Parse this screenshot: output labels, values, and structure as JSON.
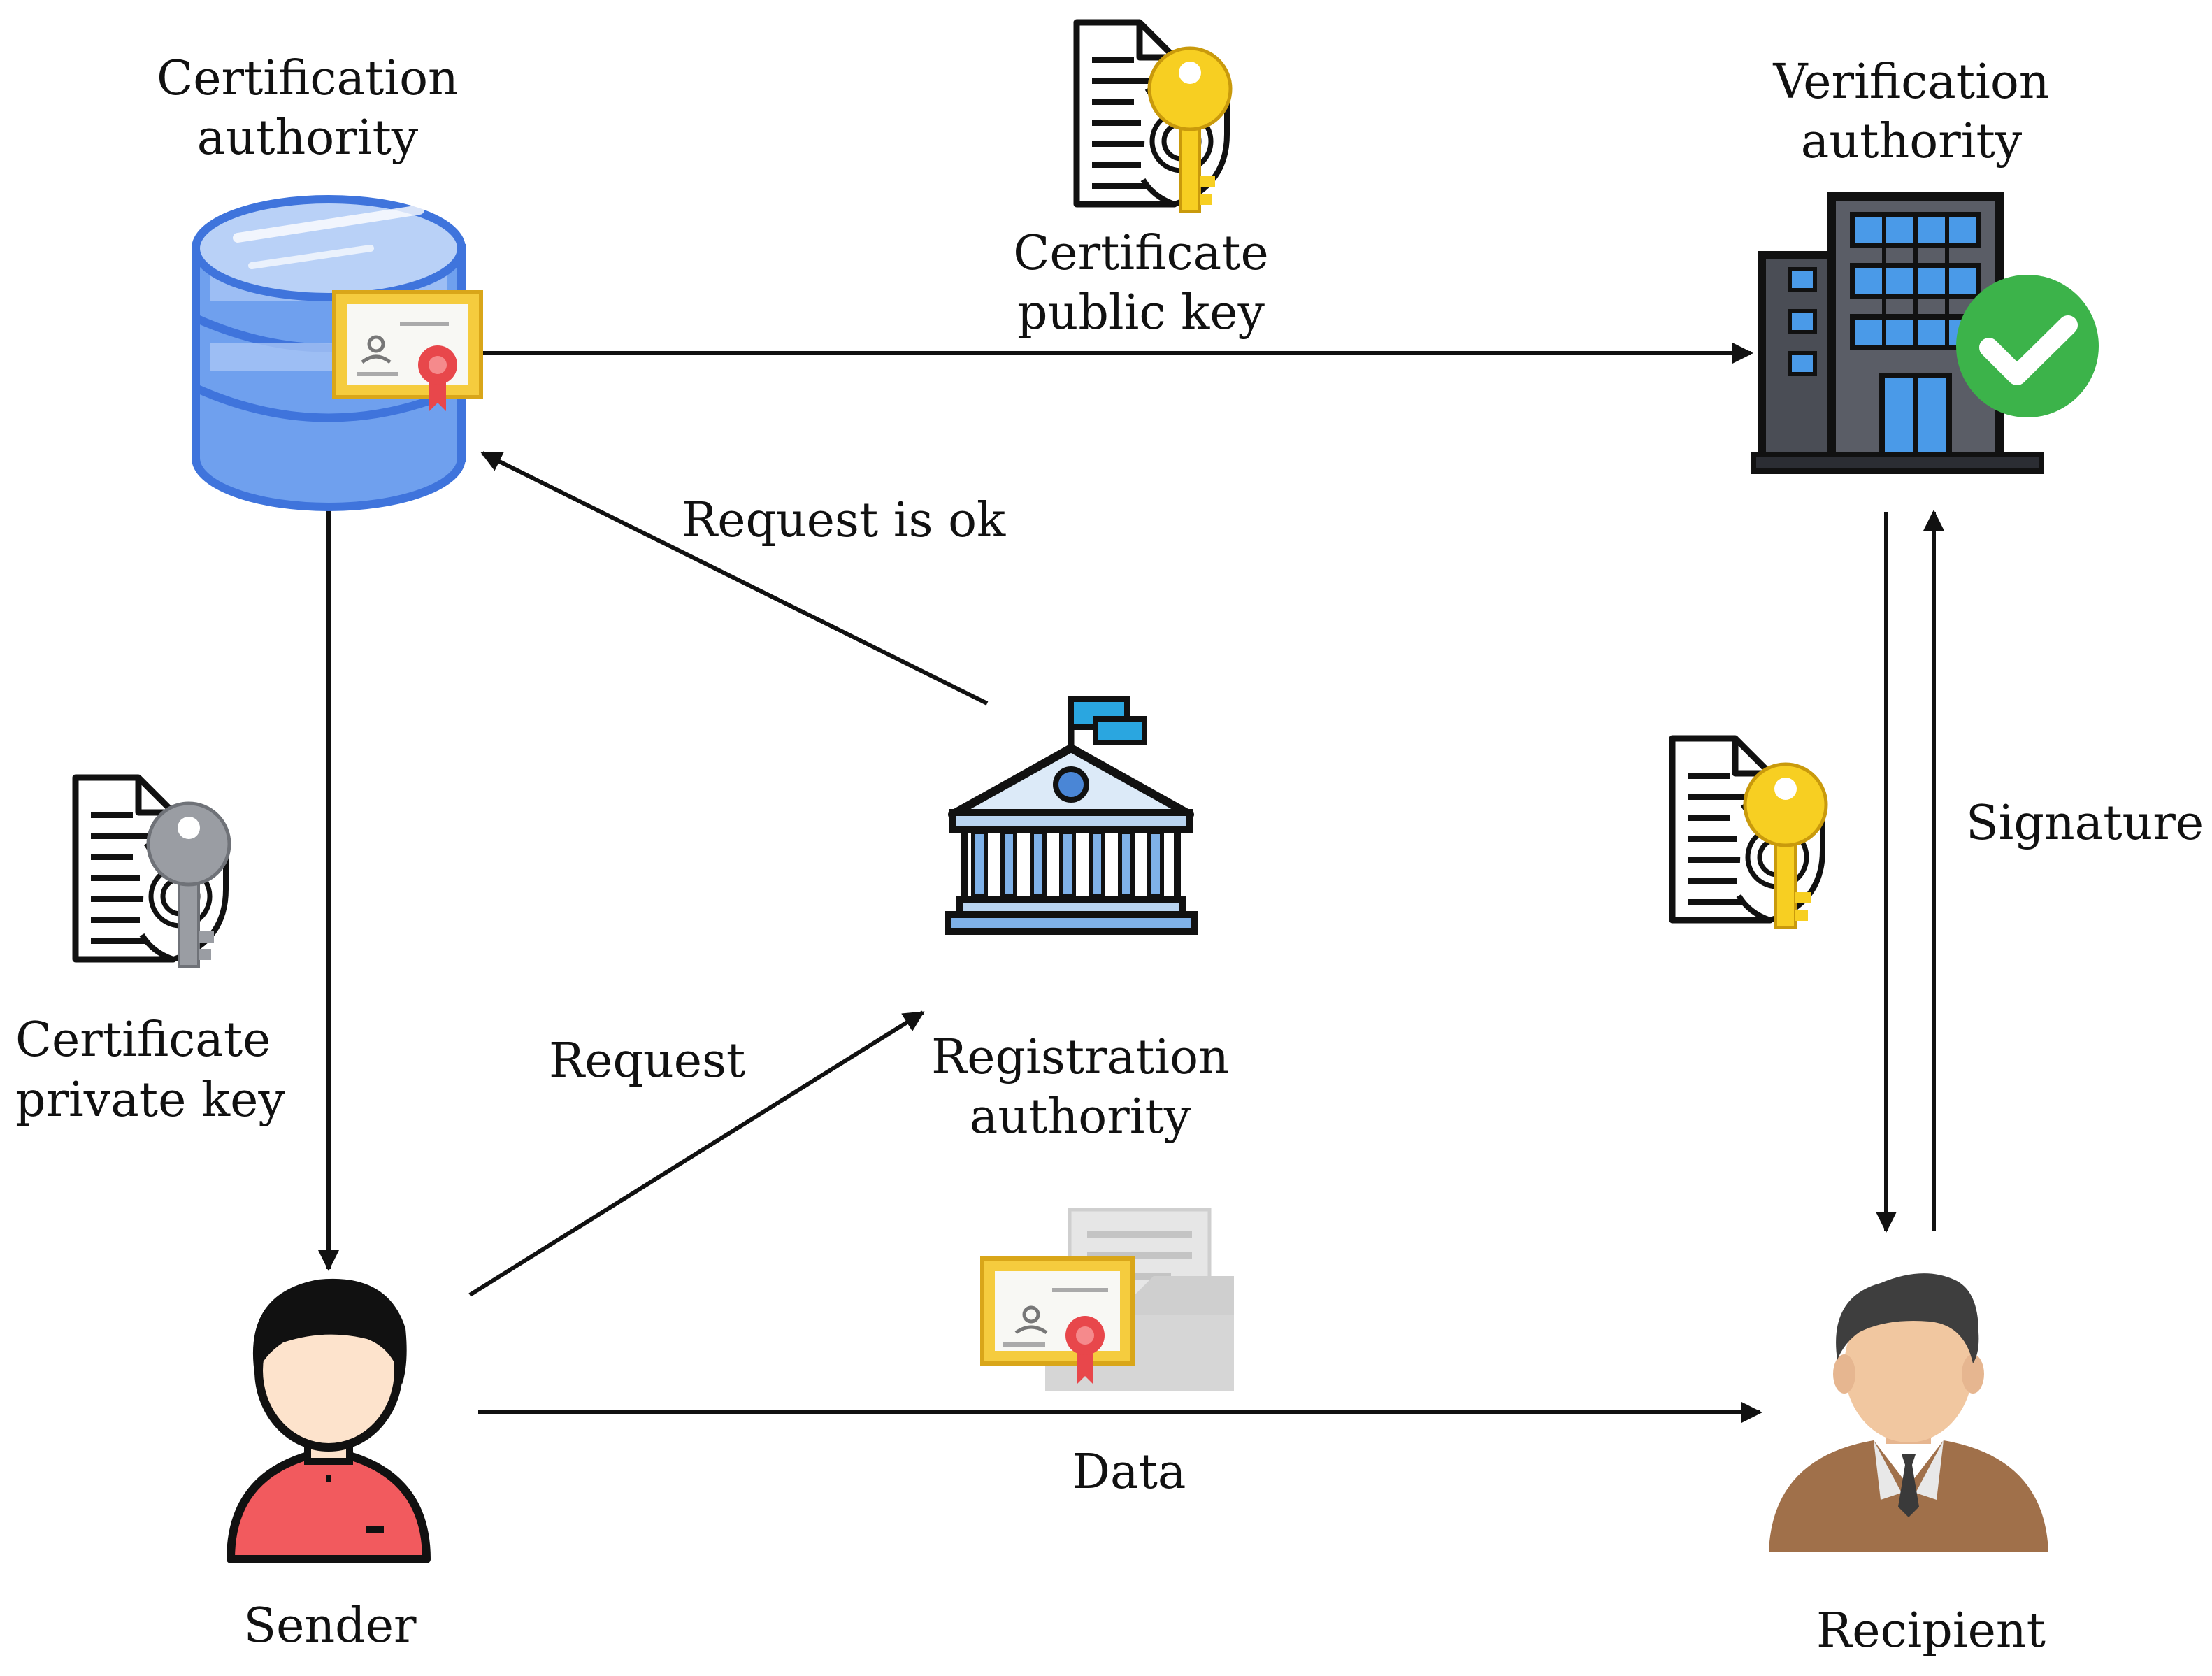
{
  "labels": {
    "ca": [
      "Certification",
      "authority"
    ],
    "va": [
      "Verification",
      "authority"
    ],
    "cert_public_key": [
      "Certificate",
      "public key"
    ],
    "cert_private_key": [
      "Certificate",
      "private key"
    ],
    "ra": [
      "Registration",
      "authority"
    ],
    "request_ok": "Request is ok",
    "request": "Request",
    "signature": "Signature",
    "data": "Data",
    "sender": "Sender",
    "recipient": "Recipient"
  },
  "icons": {
    "ca": "database-certificate-icon",
    "va": "building-check-icon",
    "ra": "government-building-icon",
    "public_key_doc": "document-gold-key-icon",
    "private_key_doc": "document-grey-key-icon",
    "recipient_key_doc": "document-gold-key-icon",
    "data": "certificate-folder-icon",
    "sender": "person-red-icon",
    "recipient": "person-businessman-icon"
  },
  "colors": {
    "ca_blue": "#6fa0ee",
    "cert_gold": "#f5cc3e",
    "key_gold": "#f7cf22",
    "key_grey": "#9a9da3",
    "check_green": "#3cb34a",
    "sender_shirt": "#f25a5e",
    "recipient_suit": "#a0704a"
  }
}
